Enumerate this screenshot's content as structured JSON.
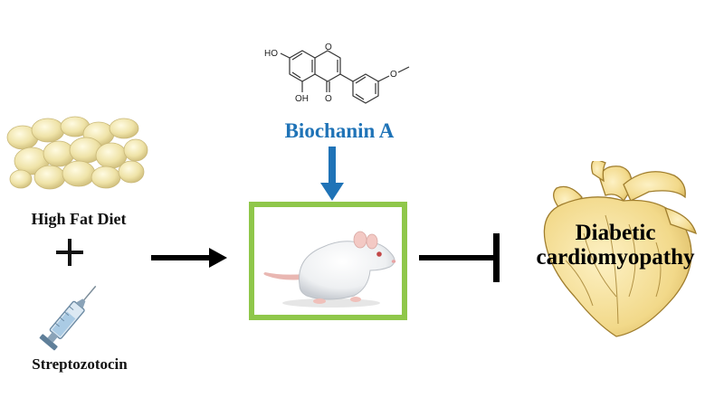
{
  "inputs": {
    "diet_label": "High Fat Diet",
    "drug_label": "Streptozotocin"
  },
  "compound": {
    "name": "Biochanin A",
    "structure_labels": {
      "hydroxyl_top": "HO",
      "hydroxyl_bottom": "OH",
      "carbonyl_oxygen": "O",
      "ring_oxygen": "O",
      "methoxy_oxygen": "O"
    }
  },
  "outcome": {
    "line1": "Diabetic",
    "line2": "cardiomyopathy"
  },
  "colors": {
    "compound_blue": "#1f73b7",
    "frame_green": "#8fc74a",
    "arrow_black": "#000000",
    "heart_yellow": "#f2d98a"
  },
  "icons": {
    "diet": "food-pellets-icon",
    "syringe": "syringe-icon",
    "rat": "rat-icon",
    "heart": "heart-icon"
  }
}
